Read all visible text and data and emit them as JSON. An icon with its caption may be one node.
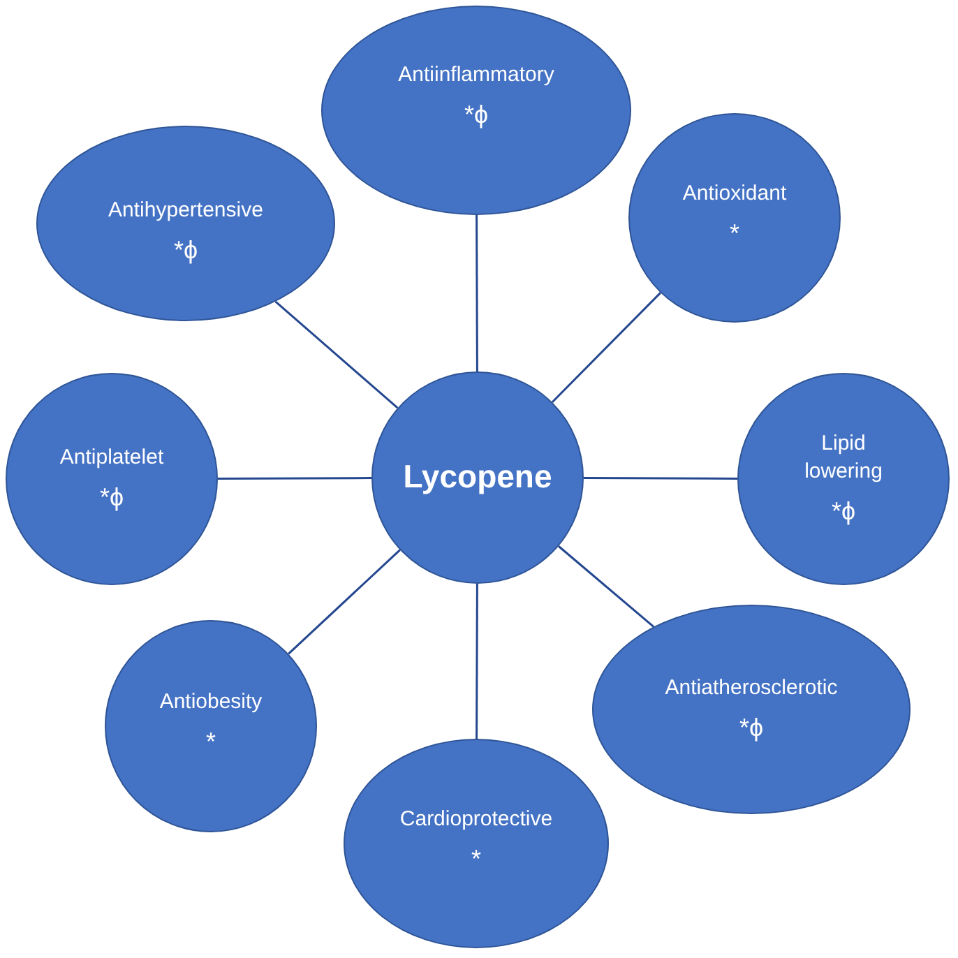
{
  "diagram": {
    "nodes": [
      {
        "text": [
          "Antiinflammatory",
          "*ϕ"
        ]
      },
      {
        "text": [
          "Antihypertensive",
          "*ϕ"
        ]
      },
      {
        "text": [
          "Antioxidant",
          "*"
        ]
      },
      {
        "text": [
          "Antiplatelet",
          "*ϕ"
        ]
      },
      {
        "text": [
          "Lycopene"
        ]
      },
      {
        "text": [
          "Lipid lowering",
          "*ϕ"
        ]
      },
      {
        "text": [
          "Antiobesity",
          "*"
        ]
      },
      {
        "text": [
          "Antiatherosclerotic",
          "*ϕ"
        ]
      },
      {
        "text": [
          "Cardioprotective",
          "*"
        ]
      }
    ],
    "edges": [
      {
        "from": 4,
        "to": 0,
        "arrow": "none"
      },
      {
        "from": 4,
        "to": 1,
        "arrow": "none"
      },
      {
        "from": 4,
        "to": 2,
        "arrow": "none"
      },
      {
        "from": 4,
        "to": 3,
        "arrow": "none"
      },
      {
        "from": 4,
        "to": 5,
        "arrow": "none"
      },
      {
        "from": 4,
        "to": 6,
        "arrow": "none"
      },
      {
        "from": 4,
        "to": 7,
        "arrow": "none"
      },
      {
        "from": 4,
        "to": 8,
        "arrow": "none"
      }
    ]
  }
}
